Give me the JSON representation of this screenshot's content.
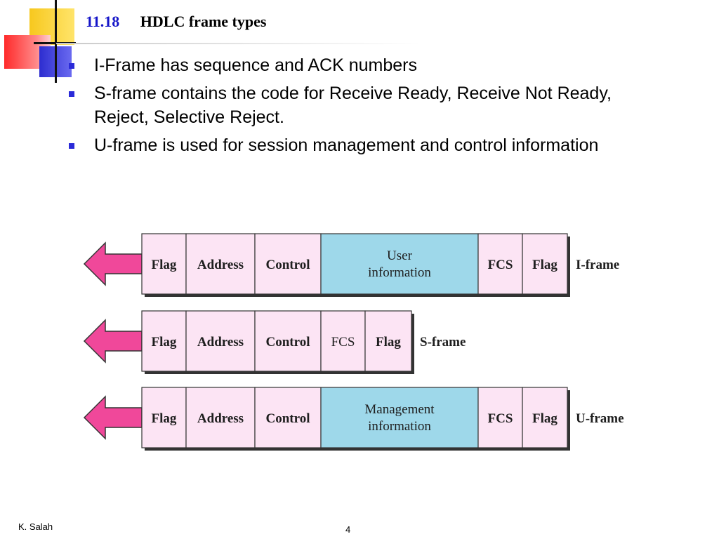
{
  "slide": {
    "number": "11.18",
    "title": "HDLC frame types"
  },
  "bullets": [
    "I-Frame has sequence and ACK numbers",
    "S-frame contains the code for Receive Ready, Receive Not Ready, Reject, Selective Reject.",
    "U-frame is used for session management and control information"
  ],
  "footer": {
    "author": "K. Salah",
    "page": "4"
  },
  "colors": {
    "title_number": "#1414c8",
    "bullet": "#2a2ad8",
    "field_pink": "#fce4f4",
    "field_blue": "#9ed8ea",
    "arrow": "#f0489a"
  },
  "frames": [
    {
      "label": "I-frame",
      "fields": [
        {
          "text": "Flag",
          "kind": "bold"
        },
        {
          "text": "Address",
          "kind": "bold"
        },
        {
          "text": "Control",
          "kind": "bold"
        },
        {
          "lines": [
            "User",
            "information"
          ],
          "kind": "info"
        },
        {
          "text": "FCS",
          "kind": "bold"
        },
        {
          "text": "Flag",
          "kind": "bold"
        }
      ]
    },
    {
      "label": "S-frame",
      "fields": [
        {
          "text": "Flag",
          "kind": "bold"
        },
        {
          "text": "Address",
          "kind": "bold"
        },
        {
          "text": "Control",
          "kind": "bold"
        },
        {
          "text": "FCS",
          "kind": "normal"
        },
        {
          "text": "Flag",
          "kind": "bold"
        }
      ]
    },
    {
      "label": "U-frame",
      "fields": [
        {
          "text": "Flag",
          "kind": "bold"
        },
        {
          "text": "Address",
          "kind": "bold"
        },
        {
          "text": "Control",
          "kind": "bold"
        },
        {
          "lines": [
            "Management",
            "information"
          ],
          "kind": "info"
        },
        {
          "text": "FCS",
          "kind": "bold"
        },
        {
          "text": "Flag",
          "kind": "bold"
        }
      ]
    }
  ]
}
